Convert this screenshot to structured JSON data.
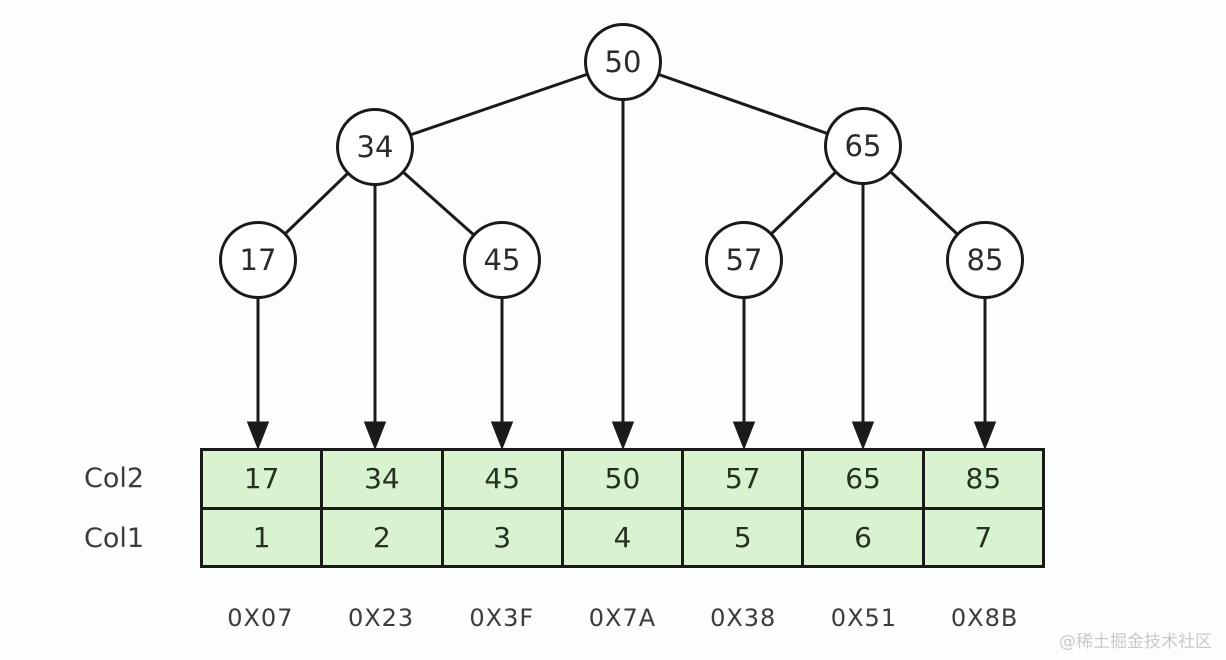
{
  "colors": {
    "background": "#fcfdfd",
    "node_fill": "#ffffff",
    "stroke": "#1a1a1a",
    "cell_fill": "#d9f3d0",
    "cell_text": "#24321f",
    "label_text": "#3b3b40",
    "watermark_text": "#c9c9c9"
  },
  "tree": {
    "nodes": [
      {
        "label": "50"
      },
      {
        "label": "34"
      },
      {
        "label": "65"
      },
      {
        "label": "17"
      },
      {
        "label": "45"
      },
      {
        "label": "57"
      },
      {
        "label": "85"
      }
    ],
    "edges": [
      [
        "50",
        "34"
      ],
      [
        "50",
        "65"
      ],
      [
        "34",
        "17"
      ],
      [
        "34",
        "45"
      ],
      [
        "65",
        "57"
      ],
      [
        "65",
        "85"
      ]
    ]
  },
  "table": {
    "row_labels": [
      "Col2",
      "Col1"
    ],
    "rows": [
      [
        "17",
        "34",
        "45",
        "50",
        "57",
        "65",
        "85"
      ],
      [
        "1",
        "2",
        "3",
        "4",
        "5",
        "6",
        "7"
      ]
    ],
    "addresses": [
      "0X07",
      "0X23",
      "0X3F",
      "0X7A",
      "0X38",
      "0X51",
      "0X8B"
    ]
  },
  "watermark": "@稀土掘金技术社区"
}
